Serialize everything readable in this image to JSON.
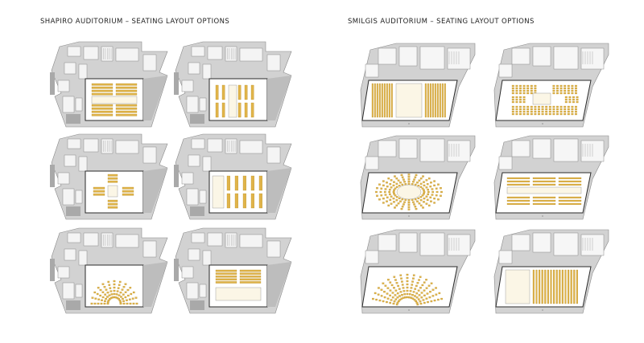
{
  "titles": {
    "left": "SHAPIRO AUDITORIUM – SEATING LAYOUT OPTIONS",
    "right": "SMILGIS AUDITORIUM – SEATING LAYOUT OPTIONS"
  },
  "colors": {
    "seat": "#e0b44a",
    "seat_stroke": "#b58a20",
    "plan_fill": "#d2d2d2",
    "plan_dark": "#a9a9a9",
    "plan_line": "#8a8a8a",
    "hall_border": "#2a2a2a"
  },
  "shapiro_layouts": [
    {
      "id": "shapiro-1",
      "pattern": "two-banks-front-back"
    },
    {
      "id": "shapiro-2",
      "pattern": "column-banks"
    },
    {
      "id": "shapiro-3",
      "pattern": "cross"
    },
    {
      "id": "shapiro-4",
      "pattern": "right-column-banks"
    },
    {
      "id": "shapiro-5",
      "pattern": "semicircle"
    },
    {
      "id": "shapiro-6",
      "pattern": "top-row-banks"
    }
  ],
  "smilgis_layouts": [
    {
      "id": "smilgis-1",
      "pattern": "side-vertical-rows"
    },
    {
      "id": "smilgis-2",
      "pattern": "cross-ring"
    },
    {
      "id": "smilgis-3",
      "pattern": "in-the-round"
    },
    {
      "id": "smilgis-4",
      "pattern": "long-rows"
    },
    {
      "id": "smilgis-5",
      "pattern": "fan"
    },
    {
      "id": "smilgis-6",
      "pattern": "right-vertical-rows"
    }
  ]
}
